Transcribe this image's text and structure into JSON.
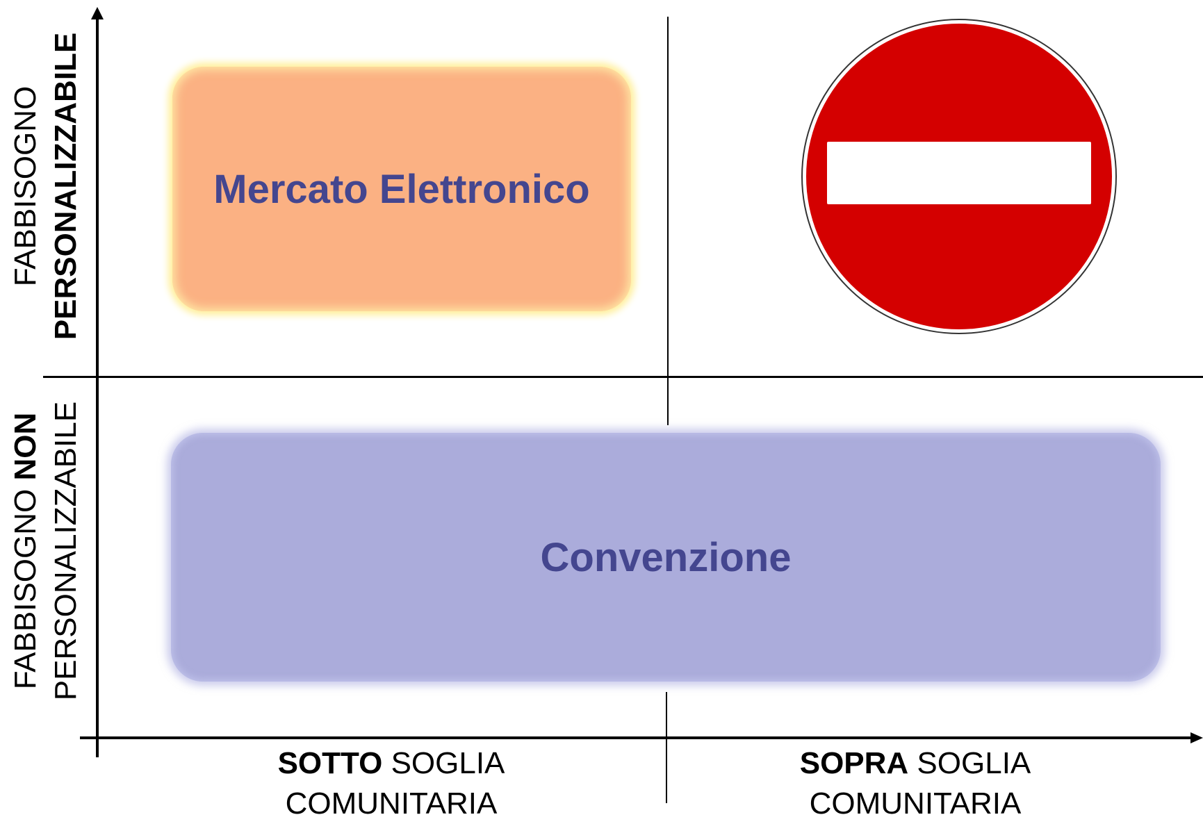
{
  "quadrants": {
    "mercato": {
      "label": "Mercato Elettronico",
      "color": "#fbb183"
    },
    "convenzione": {
      "label": "Convenzione",
      "color": "#abacdb"
    },
    "divieto": {
      "icon": "no-entry-sign-icon",
      "color": "#d40000"
    }
  },
  "y_axis": {
    "top_label": {
      "line1": "FABBISOGNO",
      "line2": "PERSONALIZZABILE"
    },
    "bottom_label": {
      "line1_normal": "FABBISOGNO ",
      "line1_bold": "NON",
      "line2": "PERSONALIZZABILE"
    }
  },
  "x_axis": {
    "left_label": {
      "bold": "SOTTO",
      "rest": " SOGLIA",
      "line2": "COMUNITARIA"
    },
    "right_label": {
      "bold": "SOPRA",
      "rest": " SOGLIA",
      "line2": "COMUNITARIA"
    }
  },
  "colors": {
    "text_accent": "#44468f",
    "axis": "#000000"
  }
}
